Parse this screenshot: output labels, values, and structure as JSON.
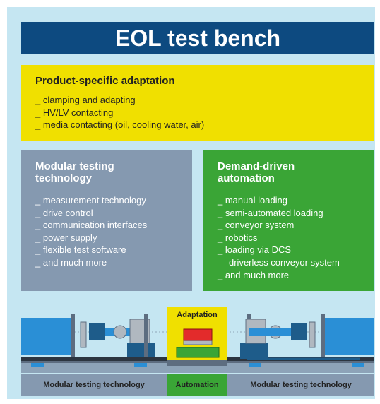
{
  "title": "EOL test bench",
  "adaptation": {
    "heading": "Product-specific adaptation",
    "items": [
      "_ clamping and adapting",
      "_ HV/LV contacting",
      "_ media contacting (oil, cooling water, air)"
    ]
  },
  "modular": {
    "heading_line1": "Modular testing",
    "heading_line2": "technology",
    "items": [
      "_ measurement technology",
      "_ drive control",
      "_ communication interfaces",
      "_ power supply",
      "_ flexible test software",
      "_ and much more"
    ]
  },
  "automation": {
    "heading_line1": "Demand-driven",
    "heading_line2": "automation",
    "items": [
      "_ manual loading",
      "_ semi-automated loading",
      "_ conveyor system",
      "_ robotics",
      "_ loading via DCS",
      "driverless conveyor system",
      "_ and much more"
    ]
  },
  "bench": {
    "left_label": "Modular testing technology",
    "center_top_label": "Adaptation",
    "center_bottom_label": "Automation",
    "right_label": "Modular testing technology"
  },
  "colors": {
    "background": "#c5e6f2",
    "title_bar": "#0d4a80",
    "yellow": "#f0e000",
    "gray_panel": "#8599b0",
    "green_panel": "#3aa536"
  }
}
